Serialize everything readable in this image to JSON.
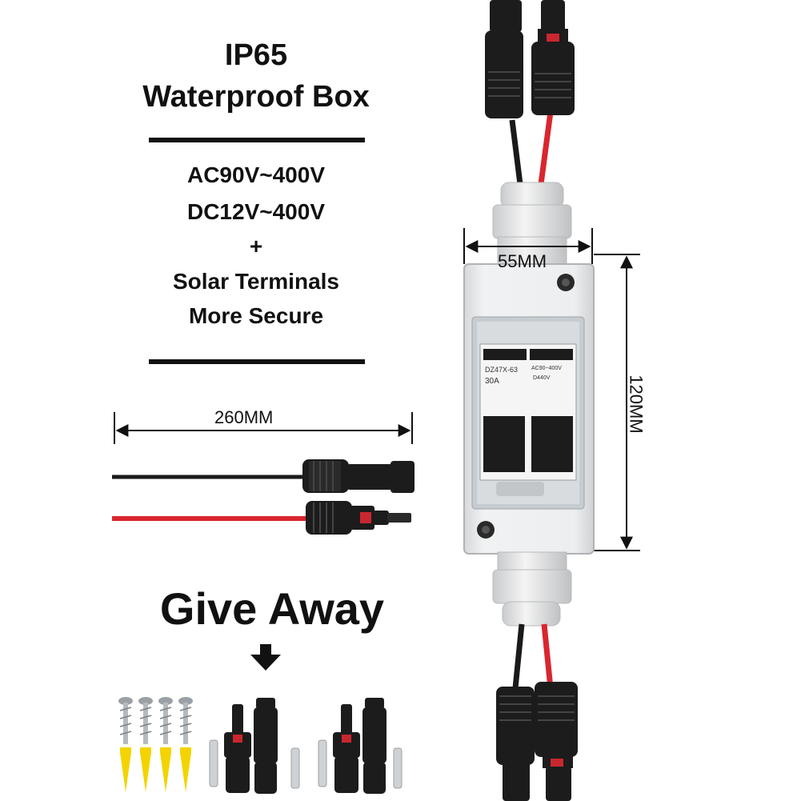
{
  "headline": {
    "line1": "IP65",
    "line2": "Waterproof Box"
  },
  "specs": {
    "ac_range": "AC90V~400V",
    "dc_range": "DC12V~400V",
    "plus": "+",
    "terminals": "Solar Terminals",
    "secure": "More Secure"
  },
  "dimensions": {
    "cable_length": "260MM",
    "box_width": "55MM",
    "box_height": "120MM"
  },
  "breaker_label": {
    "model": "DZ47X-63",
    "rating": "30A",
    "voltage": "AC90~400V",
    "dc_voltage": "D440V"
  },
  "giveaway": {
    "label": "Give Away"
  },
  "colors": {
    "text": "#111111",
    "wire_red": "#d9262e",
    "wire_black": "#1a1a1a",
    "box_gray": "#e9ebec",
    "connector": "#1c1c1c",
    "anchor_yellow": "#f3d400"
  }
}
